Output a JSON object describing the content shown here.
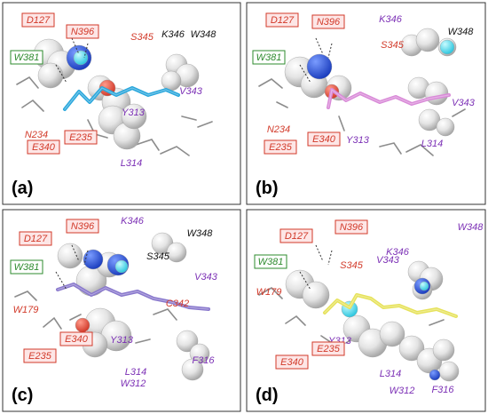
{
  "colors": {
    "red_label": "#d23a2a",
    "purple_label": "#7b2fb5",
    "green_label": "#2e8b2e",
    "black_label": "#111111",
    "sphere": "#e7e7e7",
    "ligand_a": "#2aa7dc",
    "ligand_b": "#d98ad8",
    "ligand_c": "#8877cc",
    "ligand_d": "#e6e25a"
  },
  "panels": [
    {
      "id": "a",
      "letter": "(a)",
      "ligand_color": "#2aa7dc",
      "labels": [
        {
          "text": "D127",
          "style": "red-box"
        },
        {
          "text": "N396",
          "style": "red-box"
        },
        {
          "text": "S345",
          "style": "red"
        },
        {
          "text": "K346",
          "style": "black"
        },
        {
          "text": "W348",
          "style": "black"
        },
        {
          "text": "W381",
          "style": "green-box"
        },
        {
          "text": "V343",
          "style": "purple"
        },
        {
          "text": "N234",
          "style": "red"
        },
        {
          "text": "E235",
          "style": "red-box"
        },
        {
          "text": "E340",
          "style": "red-box"
        },
        {
          "text": "Y313",
          "style": "purple"
        },
        {
          "text": "L314",
          "style": "purple"
        }
      ]
    },
    {
      "id": "b",
      "letter": "(b)",
      "ligand_color": "#d98ad8",
      "labels": [
        {
          "text": "D127",
          "style": "red-box"
        },
        {
          "text": "N396",
          "style": "red-box"
        },
        {
          "text": "K346",
          "style": "purple"
        },
        {
          "text": "S345",
          "style": "red"
        },
        {
          "text": "W348",
          "style": "black"
        },
        {
          "text": "W381",
          "style": "green-box"
        },
        {
          "text": "V343",
          "style": "purple"
        },
        {
          "text": "N234",
          "style": "red"
        },
        {
          "text": "E235",
          "style": "red-box"
        },
        {
          "text": "E340",
          "style": "red-box"
        },
        {
          "text": "Y313",
          "style": "purple"
        },
        {
          "text": "L314",
          "style": "purple"
        }
      ]
    },
    {
      "id": "c",
      "letter": "(c)",
      "ligand_color": "#8877cc",
      "labels": [
        {
          "text": "D127",
          "style": "red-box"
        },
        {
          "text": "N396",
          "style": "red-box"
        },
        {
          "text": "K346",
          "style": "purple"
        },
        {
          "text": "W348",
          "style": "black"
        },
        {
          "text": "S345",
          "style": "black"
        },
        {
          "text": "W381",
          "style": "green-box"
        },
        {
          "text": "V343",
          "style": "purple"
        },
        {
          "text": "C342",
          "style": "red"
        },
        {
          "text": "W179",
          "style": "red"
        },
        {
          "text": "E340",
          "style": "red-box"
        },
        {
          "text": "E235",
          "style": "red-box"
        },
        {
          "text": "Y313",
          "style": "purple"
        },
        {
          "text": "F316",
          "style": "purple"
        },
        {
          "text": "L314",
          "style": "purple"
        },
        {
          "text": "W312",
          "style": "purple"
        }
      ]
    },
    {
      "id": "d",
      "letter": "(d)",
      "ligand_color": "#e6e25a",
      "labels": [
        {
          "text": "W348",
          "style": "purple"
        },
        {
          "text": "D127",
          "style": "red-box"
        },
        {
          "text": "N396",
          "style": "red-box"
        },
        {
          "text": "K346",
          "style": "purple"
        },
        {
          "text": "S345",
          "style": "red"
        },
        {
          "text": "V343",
          "style": "purple"
        },
        {
          "text": "W381",
          "style": "green-box"
        },
        {
          "text": "W179",
          "style": "red"
        },
        {
          "text": "Y313",
          "style": "purple"
        },
        {
          "text": "E235",
          "style": "red-box"
        },
        {
          "text": "E340",
          "style": "red-box"
        },
        {
          "text": "L314",
          "style": "purple"
        },
        {
          "text": "W312",
          "style": "purple"
        },
        {
          "text": "F316",
          "style": "purple"
        }
      ]
    }
  ]
}
